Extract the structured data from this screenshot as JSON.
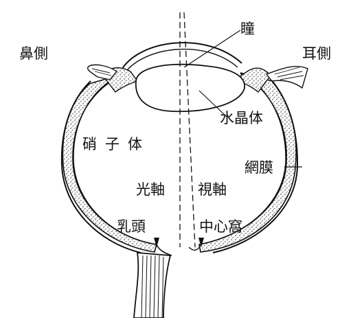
{
  "labels": {
    "nasal_side": "鼻側",
    "temporal_side": "耳側",
    "pupil": "瞳",
    "lens": "水晶体",
    "vitreous": "硝子体",
    "retina": "網膜",
    "optical_axis": "光軸",
    "visual_axis": "視軸",
    "optic_disc": "乳頭",
    "fovea": "中心窩"
  },
  "colors": {
    "line": "#111111",
    "stipple": "#222222",
    "background": "#ffffff"
  }
}
